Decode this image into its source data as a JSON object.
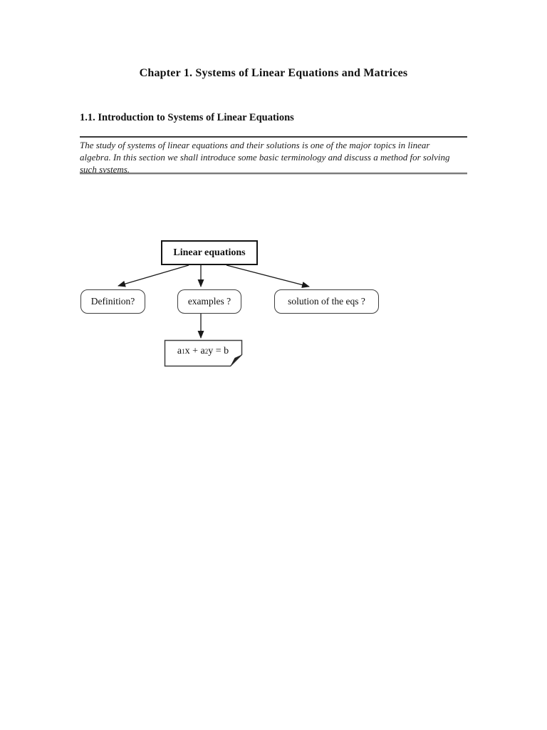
{
  "document": {
    "chapter_title": "Chapter 1. Systems of Linear Equations and Matrices",
    "section_heading": "1.1. Introduction to Systems of Linear Equations",
    "intro_paragraph": "The study of systems of linear equations and their solutions is one of the major topics in linear algebra. In this section we shall introduce some basic terminology and discuss a method for solving such systems."
  },
  "diagram": {
    "root_label": "Linear equations",
    "children": [
      {
        "label": "Definition?"
      },
      {
        "label": "examples ?"
      },
      {
        "label": "solution of the eqs ?"
      }
    ],
    "note_equation": {
      "part1": "a",
      "sub1": "1",
      "part2": "x + a",
      "sub2": "2",
      "part3": "y = b"
    },
    "colors": {
      "line": "#1a1a1a",
      "root_border": "#141414",
      "rounded_border": "#3f3f3f",
      "page_background": "#ffffff"
    }
  }
}
